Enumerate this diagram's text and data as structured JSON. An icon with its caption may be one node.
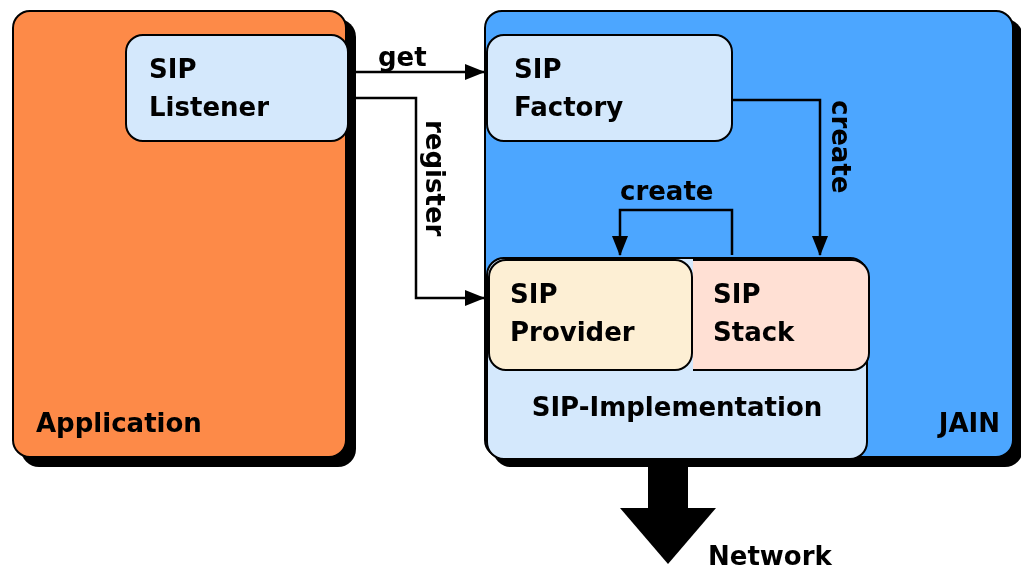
{
  "diagram": {
    "nodes": [
      {
        "text": [
          "Application"
        ]
      },
      {
        "text": [
          "SIP Listener"
        ],
        "in": 0
      },
      {
        "text": [
          "JAIN"
        ]
      },
      {
        "text": [
          "SIP Factory"
        ],
        "in": 2
      },
      {
        "text": [
          "SIP-Implementation"
        ],
        "in": 2
      },
      {
        "text": [
          "SIP Provider"
        ],
        "in": 4
      },
      {
        "text": [
          "SIP Stack"
        ],
        "in": 4
      },
      {
        "text": [
          "Network"
        ]
      }
    ],
    "edges": [
      {
        "from": 1,
        "to": 3,
        "arrow": "to",
        "label": "get"
      },
      {
        "from": 1,
        "to": 5,
        "arrow": "to",
        "label": "register"
      },
      {
        "from": 3,
        "to": 6,
        "arrow": "to",
        "label": "create"
      },
      {
        "from": 6,
        "to": 5,
        "arrow": "to",
        "label": "create"
      },
      {
        "from": 4,
        "to": 7,
        "arrow": "to",
        "style": "thick"
      }
    ]
  }
}
